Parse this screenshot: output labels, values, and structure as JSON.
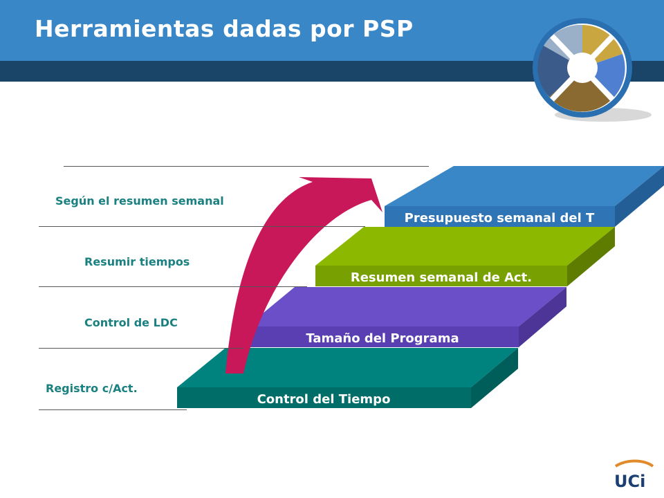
{
  "title": "Herramientas dadas por PSP",
  "steps": [
    {
      "label": "Control del Tiempo",
      "color": "#00837e"
    },
    {
      "label": "Tamaño del Programa",
      "color": "#6a4fc8"
    },
    {
      "label": "Resumen semanal de Act.",
      "color": "#8cb800"
    },
    {
      "label": "Presupuesto semanal del T",
      "color": "#3a87c8"
    }
  ],
  "left_labels": [
    "Según el resumen semanal",
    "Resumir tiempos",
    "Control de LDC",
    "Registro c/Act."
  ],
  "arrow_color": "#c8185a",
  "logo_text": "UCi"
}
